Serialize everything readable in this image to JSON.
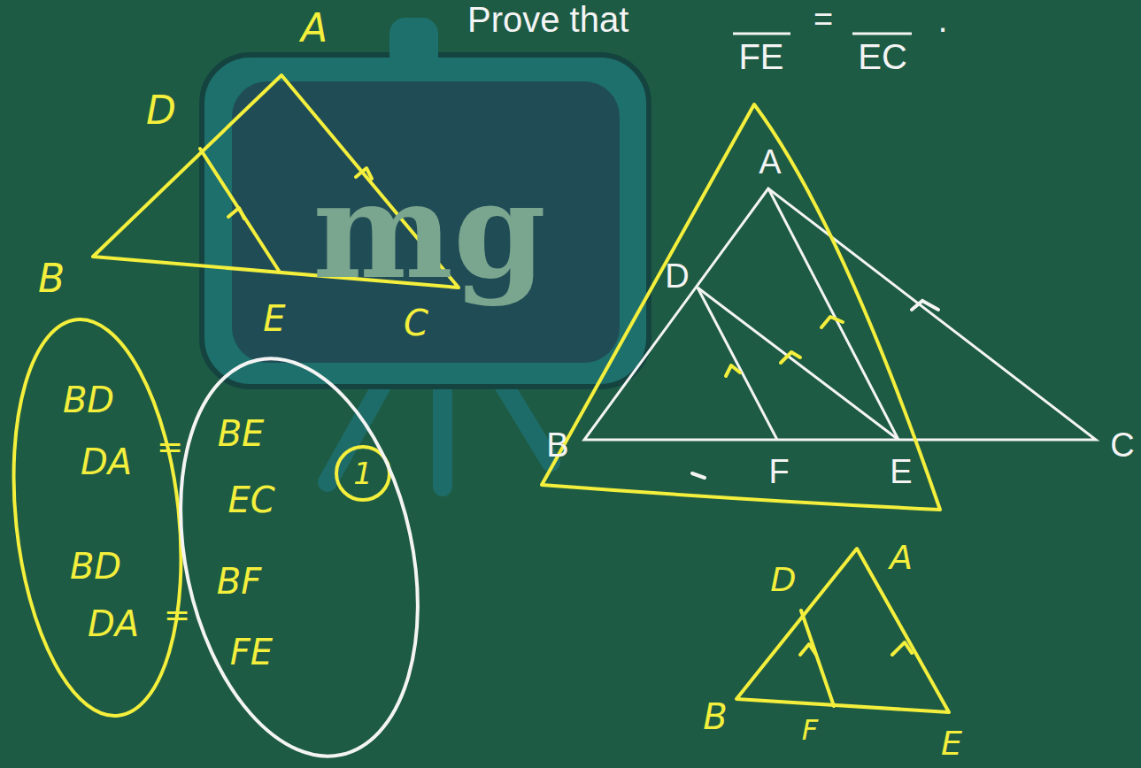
{
  "diagram": {
    "labels": [
      "Prove that",
      "FE",
      "EC",
      "=",
      ".",
      "A",
      "D",
      "B",
      "F",
      "E",
      "C",
      "A",
      "D",
      "B",
      "E",
      "C",
      "BD",
      "DA",
      "=",
      "BE",
      "EC",
      "1",
      "BD",
      "DA",
      "=",
      "BF",
      "FE",
      "D",
      "A",
      "B",
      "F",
      "E",
      "mg"
    ]
  }
}
